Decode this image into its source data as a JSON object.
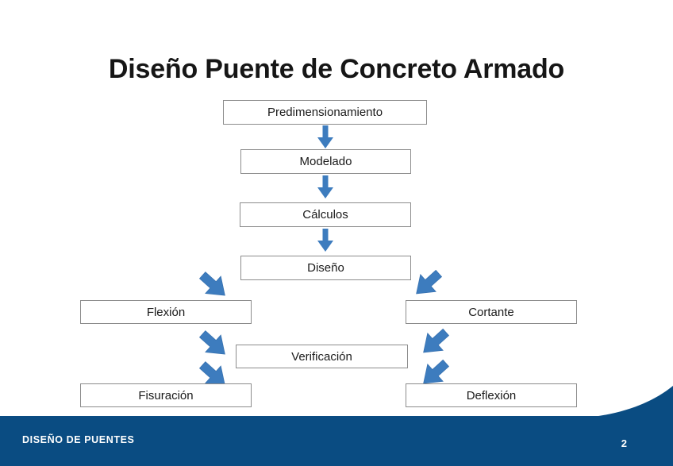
{
  "slide": {
    "title": "Diseño Puente de Concreto Armado",
    "background_color": "#ffffff"
  },
  "colors": {
    "footer_blue": "#0a4c82",
    "arrow_blue": "#3d7cbe",
    "arrow_blue_dark": "#2f6aa8",
    "box_border": "#8c8c8c",
    "title_text": "#161616"
  },
  "flowchart": {
    "nodes": [
      {
        "id": "predimensionamiento",
        "label": "Predimensionamiento"
      },
      {
        "id": "modelado",
        "label": "Modelado"
      },
      {
        "id": "calculos",
        "label": "Cálculos"
      },
      {
        "id": "diseno",
        "label": "Diseño"
      },
      {
        "id": "flexion",
        "label": "Flexión"
      },
      {
        "id": "cortante",
        "label": "Cortante"
      },
      {
        "id": "verificacion",
        "label": "Verificación"
      },
      {
        "id": "fisuracion",
        "label": "Fisuración"
      },
      {
        "id": "deflexion",
        "label": "Deflexión"
      }
    ],
    "arrows": [
      {
        "id": "predimensionamiento-to-modelado",
        "icon": "arrow-down-icon",
        "direction": "down"
      },
      {
        "id": "modelado-to-calculos",
        "icon": "arrow-down-icon",
        "direction": "down"
      },
      {
        "id": "calculos-to-diseno",
        "icon": "arrow-down-icon",
        "direction": "down"
      },
      {
        "id": "diseno-to-flexion",
        "icon": "arrow-down-left-icon",
        "direction": "down-left"
      },
      {
        "id": "diseno-to-cortante",
        "icon": "arrow-down-right-icon",
        "direction": "down-right"
      },
      {
        "id": "flexion-to-fisuracion",
        "icon": "arrow-down-left-icon",
        "direction": "down-left"
      },
      {
        "id": "cortante-to-deflexion",
        "icon": "arrow-down-right-icon",
        "direction": "down-right"
      },
      {
        "id": "verificacion-left",
        "icon": "arrow-down-left-icon",
        "direction": "down-left"
      },
      {
        "id": "verificacion-right",
        "icon": "arrow-down-right-icon",
        "direction": "down-right"
      }
    ]
  },
  "footer": {
    "label": "DISEÑO DE PUENTES",
    "page_number": "2"
  }
}
